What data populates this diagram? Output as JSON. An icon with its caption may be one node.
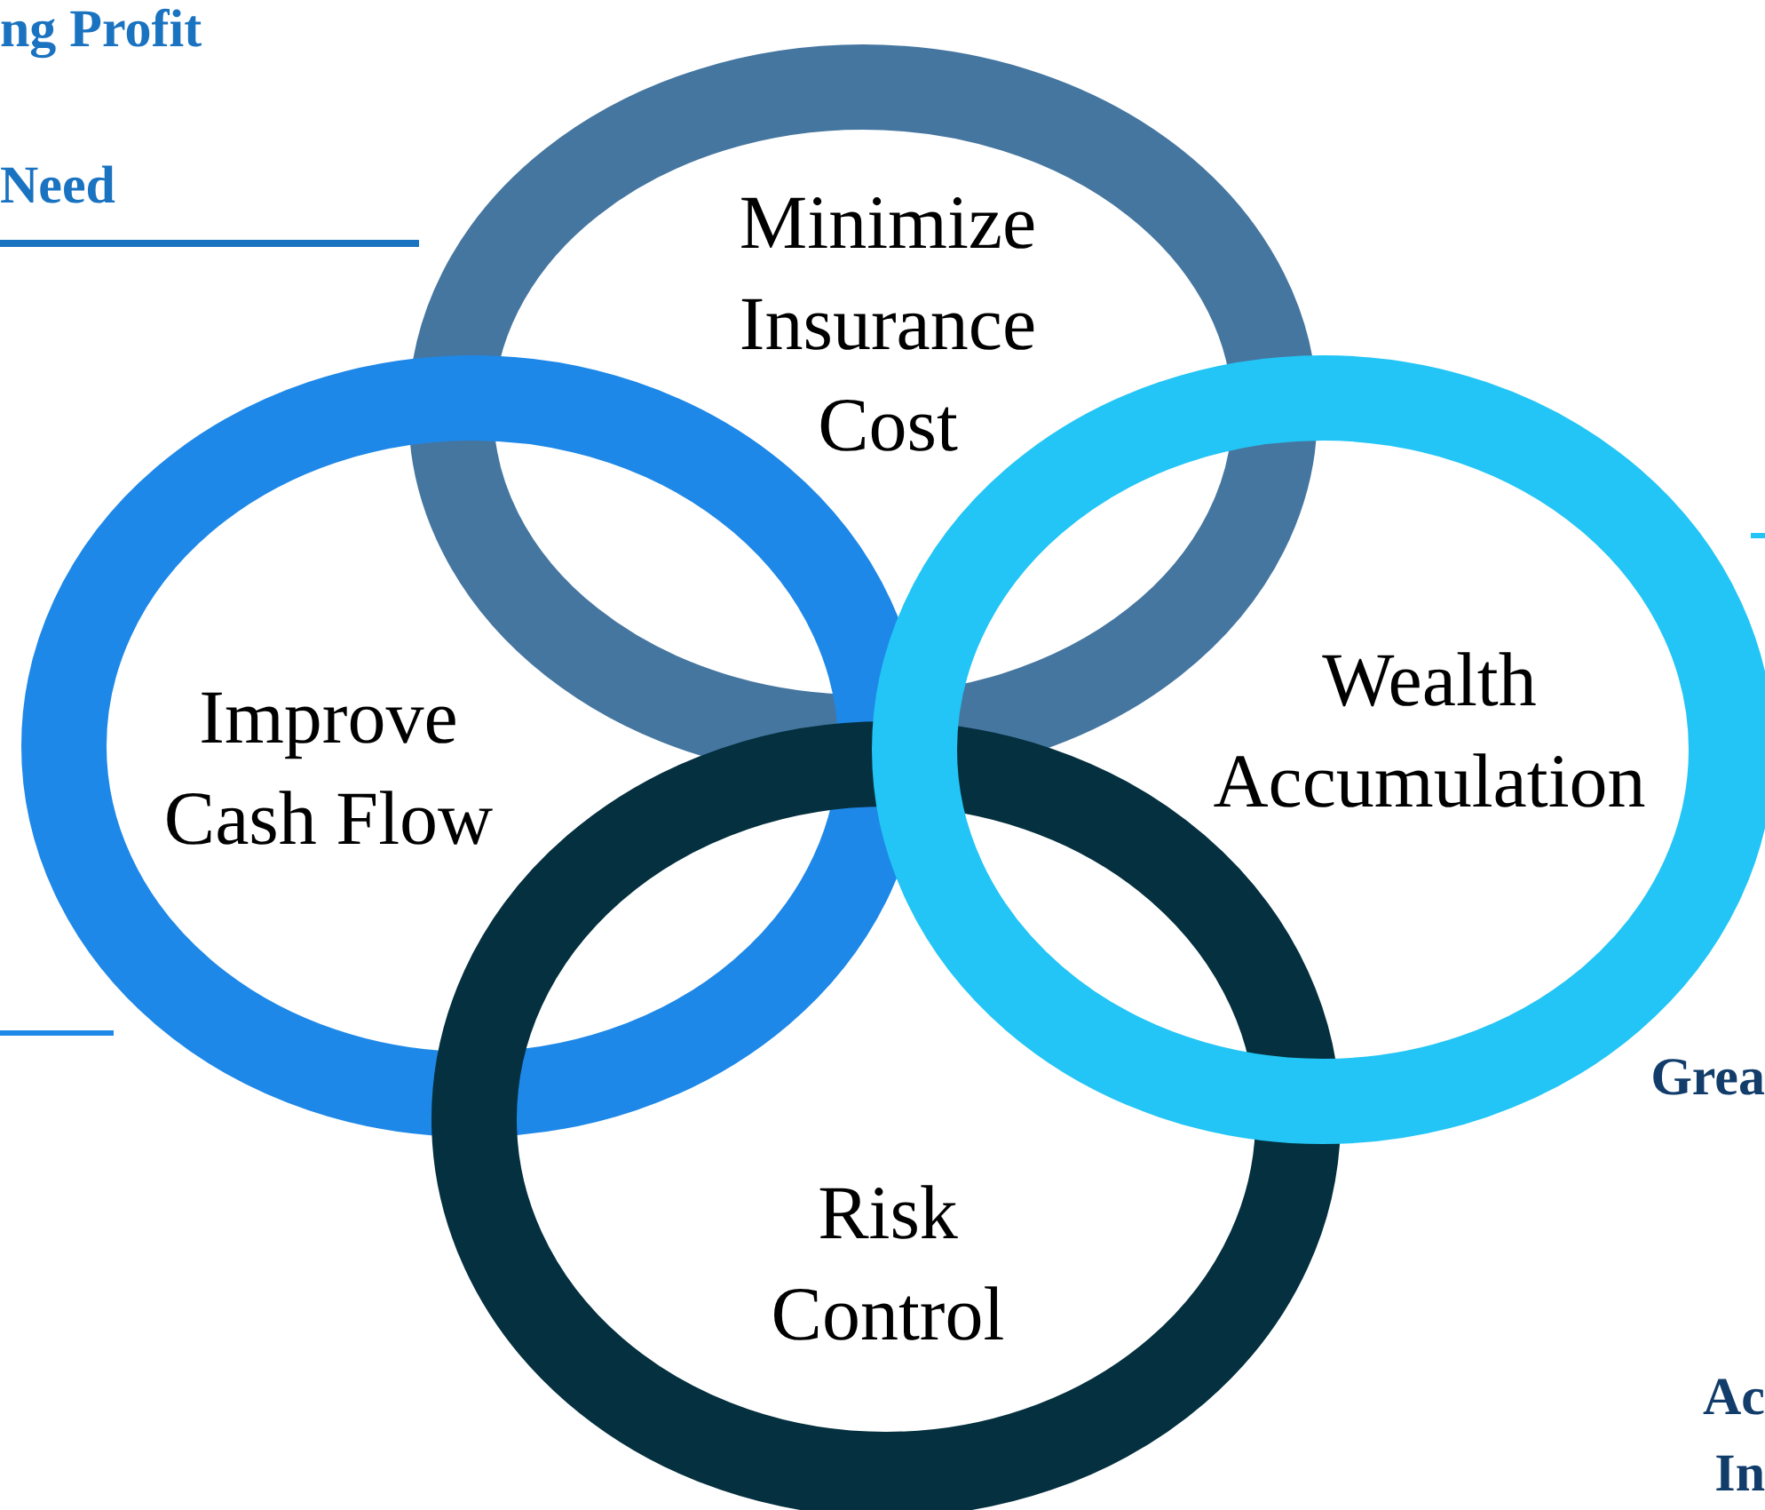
{
  "diagram": {
    "nodes": [
      {
        "text": [
          "Minimize Insurance Cost"
        ]
      },
      {
        "text": [
          "Improve Cash Flow"
        ]
      },
      {
        "text": [
          "Risk Control"
        ]
      },
      {
        "text": [
          "Wealth Accumulation"
        ]
      }
    ],
    "edges": [],
    "labels": [
      "ng Profit",
      "Need",
      "Grea",
      "Ac",
      "In"
    ]
  }
}
